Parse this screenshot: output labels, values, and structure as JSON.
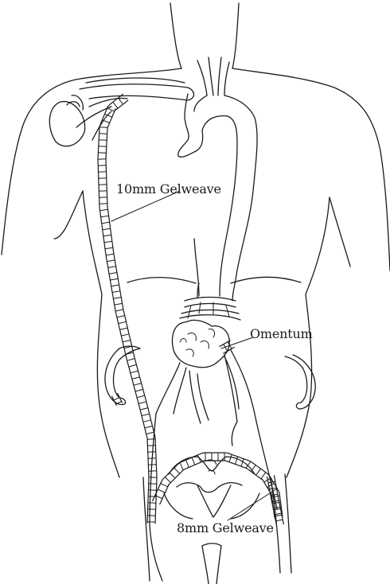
{
  "labels": {
    "graft_upper": "10mm Gelweave",
    "omentum": "Omentum",
    "graft_lower": "8mm Gelweave"
  },
  "colors": {
    "line": "#1a1a1a",
    "background": "#ffffff"
  }
}
